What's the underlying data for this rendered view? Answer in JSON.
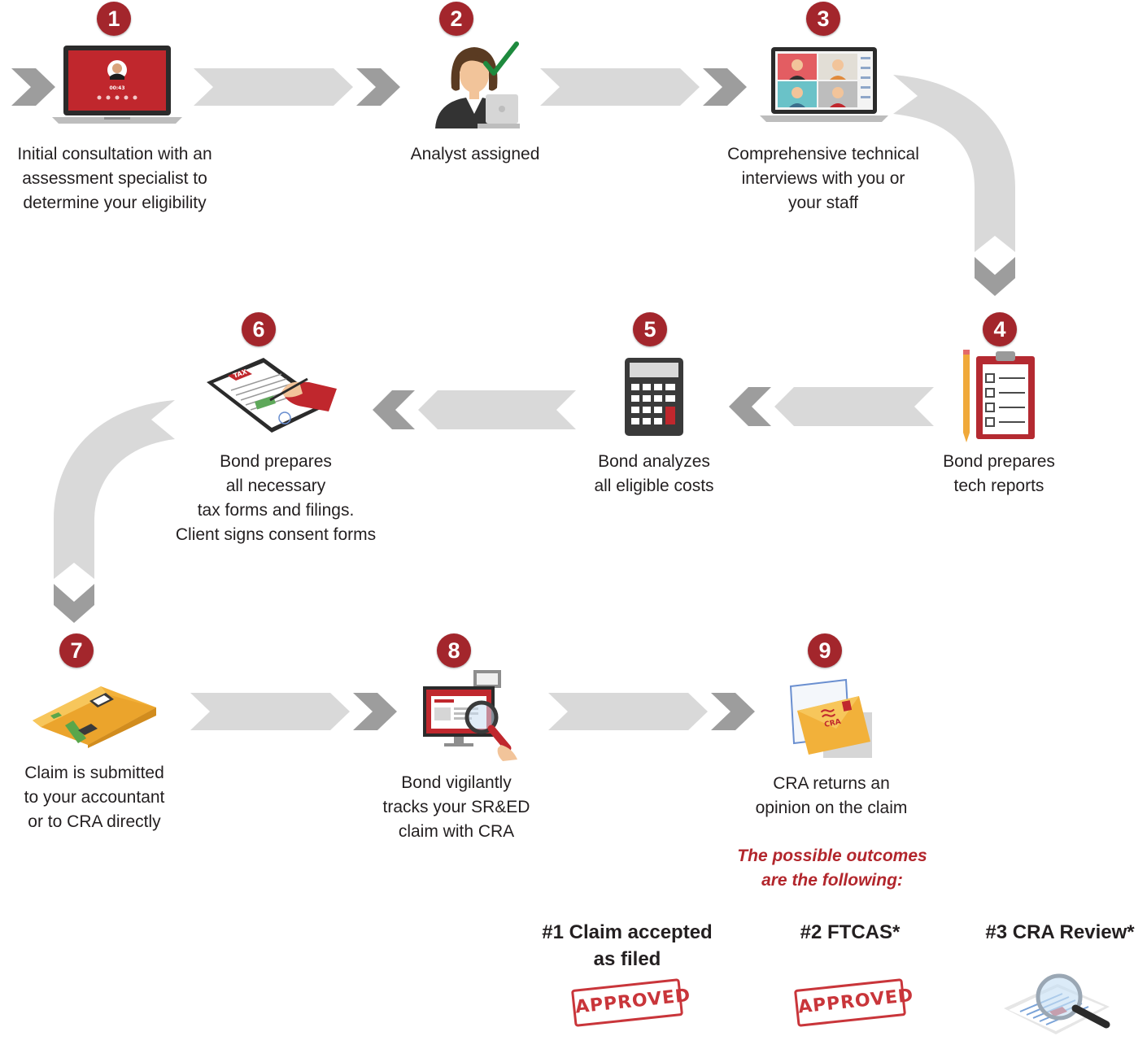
{
  "steps": [
    {
      "number": "1",
      "lines": [
        "Initial consultation with an",
        "assessment specialist to",
        "determine your eligibility"
      ],
      "laptop_time": "00:43"
    },
    {
      "number": "2",
      "lines": [
        "Analyst assigned"
      ]
    },
    {
      "number": "3",
      "lines": [
        "Comprehensive technical",
        "interviews with you or",
        "your staff"
      ]
    },
    {
      "number": "4",
      "lines": [
        "Bond prepares",
        "tech reports"
      ]
    },
    {
      "number": "5",
      "lines": [
        "Bond analyzes",
        "all eligible costs"
      ]
    },
    {
      "number": "6",
      "lines": [
        "Bond prepares",
        "all necessary",
        "tax forms and filings.",
        "Client signs consent forms"
      ],
      "form_label": "TAX"
    },
    {
      "number": "7",
      "lines": [
        "Claim is submitted",
        "to your accountant",
        "or to CRA directly"
      ]
    },
    {
      "number": "8",
      "lines": [
        "Bond vigilantly",
        "tracks your SR&ED",
        "claim with CRA"
      ]
    },
    {
      "number": "9",
      "lines": [
        "CRA returns an",
        "opinion on the claim"
      ],
      "envelope_label": "CRA"
    }
  ],
  "outcomes_note": [
    "The possible outcomes",
    "are the following:"
  ],
  "outcomes": [
    {
      "title_lines": [
        "#1  Claim accepted",
        "as filed"
      ],
      "stamp": "APPROVED"
    },
    {
      "title_lines": [
        "#2  FTCAS*"
      ],
      "stamp": "APPROVED"
    },
    {
      "title_lines": [
        "#3 CRA Review*"
      ]
    }
  ],
  "colors": {
    "badge": "#a3262c",
    "arrow": "#d9d9d9",
    "chevron": "#9d9d9d",
    "note": "#b2262c",
    "stamp": "#c9353a"
  }
}
